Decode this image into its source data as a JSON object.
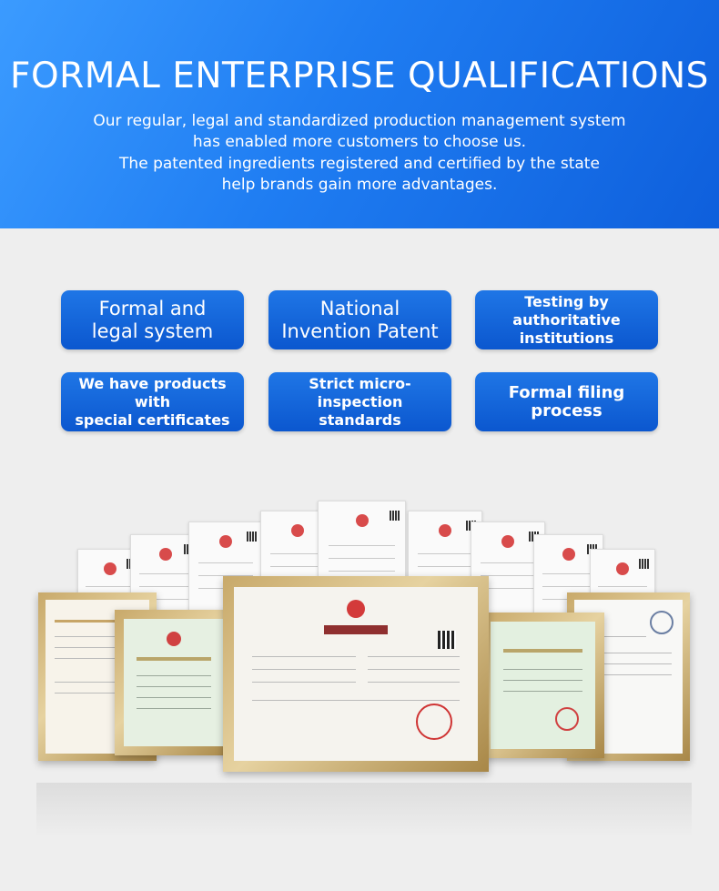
{
  "banner": {
    "title": "FORMAL ENTERPRISE QUALIFICATIONS",
    "lines": [
      "Our regular, legal and standardized production management system",
      "has enabled more customers to choose us.",
      "The patented ingredients registered and certified by the state",
      "help brands gain more advantages."
    ]
  },
  "cards": [
    {
      "lines": [
        "Formal and",
        "legal system"
      ],
      "size": "big"
    },
    {
      "lines": [
        "National",
        "Invention Patent"
      ],
      "size": "big"
    },
    {
      "lines": [
        "Testing by authoritative",
        "institutions"
      ],
      "size": "small"
    },
    {
      "lines": [
        "We have products with",
        "special certificates"
      ],
      "size": "small"
    },
    {
      "lines": [
        "Strict micro-inspection",
        "standards"
      ],
      "size": "small"
    },
    {
      "lines": [
        "Formal filing process"
      ],
      "size": "mid"
    }
  ],
  "colors": {
    "banner_start": "#3b9bff",
    "banner_end": "#0e5fdc",
    "card": "#0b57cf",
    "background": "#eeeeee",
    "frame_gold": "#c8a96a"
  },
  "certificates": [
    "certificate-patent",
    "certificate-business-license",
    "certificate-cosmetics-license",
    "certificate-gmp",
    "certificate-drainage-permit"
  ]
}
